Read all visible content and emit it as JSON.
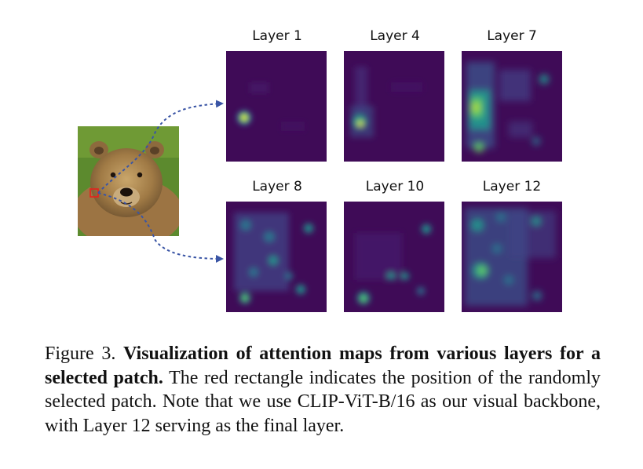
{
  "figure": {
    "layers": [
      {
        "label": "Layer 1"
      },
      {
        "label": "Layer 4"
      },
      {
        "label": "Layer 7"
      },
      {
        "label": "Layer 8"
      },
      {
        "label": "Layer 10"
      },
      {
        "label": "Layer 12"
      }
    ],
    "colors": {
      "map_background": "#3f0b57",
      "map_low": "#3b528b",
      "map_mid": "#21918c",
      "map_high": "#fde725",
      "arrow": "#3a55a5",
      "patch_marker": "#e8201c"
    }
  },
  "caption": {
    "label": "Figure 3.",
    "title": "Visualization of attention maps from various layers for a selected patch.",
    "body": "The red rectangle indicates the position of the randomly selected patch. Note that we use CLIP-ViT-B/16 as our visual backbone, with Layer 12 serving as the final layer."
  }
}
